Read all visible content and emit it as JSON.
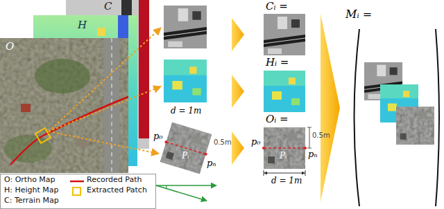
{
  "diagram": {
    "nodes": [
      {
        "text": [
          "C"
        ]
      },
      {
        "text": [
          "H"
        ]
      },
      {
        "text": [
          "O"
        ]
      }
    ],
    "labels": [
      "d = 1m",
      "p₀",
      "pₙ",
      "0.5m",
      "Pᵢ",
      "θ",
      "Cᵢ =",
      "Hᵢ =",
      "Oᵢ =",
      "p₀",
      "pₙ",
      "0.5m",
      "Pᵢ",
      "d = 1m",
      "Mᵢ ="
    ],
    "legend": [
      {
        "text": "O: Ortho Map"
      },
      {
        "text": "H: Height Map"
      },
      {
        "text": "C: Terrain Map"
      },
      {
        "text": "Recorded Path"
      },
      {
        "text": "Extracted Patch"
      }
    ]
  }
}
